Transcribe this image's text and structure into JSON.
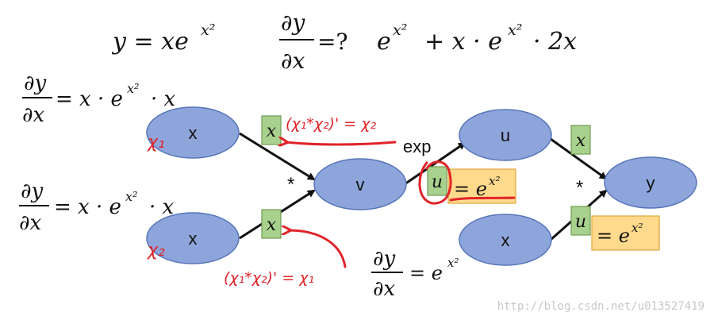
{
  "equations": {
    "main_lhs": "y = xe",
    "main_exp": "x²",
    "deriv_num": "∂y",
    "deriv_den": "∂x",
    "deriv_q": "=?",
    "answer_a": "e",
    "answer_a_exp": "x²",
    "answer_b": "+ x · e",
    "answer_b_exp": "x²",
    "answer_c": "· 2x",
    "left1_num": "∂y",
    "left1_den": "∂x",
    "left1_rhs": "= x · e",
    "left1_exp": "x²",
    "left1_tail": "· x",
    "left2_num": "∂y",
    "left2_den": "∂x",
    "left2_rhs": "= x · e",
    "left2_exp": "x²",
    "left2_tail": "· x",
    "bottom_num": "∂y",
    "bottom_den": "∂x",
    "bottom_rhs": "= e",
    "bottom_exp": "x²"
  },
  "nodes": {
    "x_top": "x",
    "x_bottom": "x",
    "v": "v",
    "u": "u",
    "x_right": "x",
    "y": "y"
  },
  "edge_labels": {
    "mult_left": "*",
    "exp": "exp",
    "mult_right": "*"
  },
  "grad_boxes": {
    "left_top": "x",
    "left_bottom": "x",
    "mid_u": "u",
    "right_top": "x",
    "right_bottom": "u"
  },
  "value_boxes": {
    "mid_eq": "= e",
    "mid_exp": "x²",
    "right_eq": "= e",
    "right_exp": "x²"
  },
  "annotations": {
    "x1": "χ₁",
    "x2": "χ₂",
    "top_note": "(χ₁*χ₂)' = χ₂",
    "bottom_note": "(χ₁*χ₂)' = χ₁"
  },
  "watermark": "http://blog.csdn.net/u013527419",
  "colors": {
    "node": "#8ea5dc",
    "grad_box": "#a9d18e",
    "value_box": "#ffd98c",
    "annotation": "#e0242a"
  }
}
